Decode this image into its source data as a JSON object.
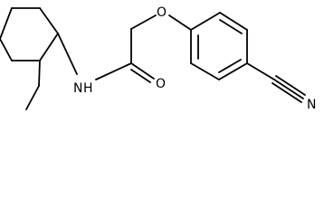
{
  "molecule": {
    "atoms": {
      "nitrogen_amide": "N",
      "hydrogen_amide": "H",
      "oxygen_carbonyl": "O",
      "oxygen_ether": "O",
      "nitrogen_nitrile": "N"
    },
    "colors": {
      "bond": "#000000",
      "label": "#000000",
      "background": "#ffffff"
    }
  }
}
